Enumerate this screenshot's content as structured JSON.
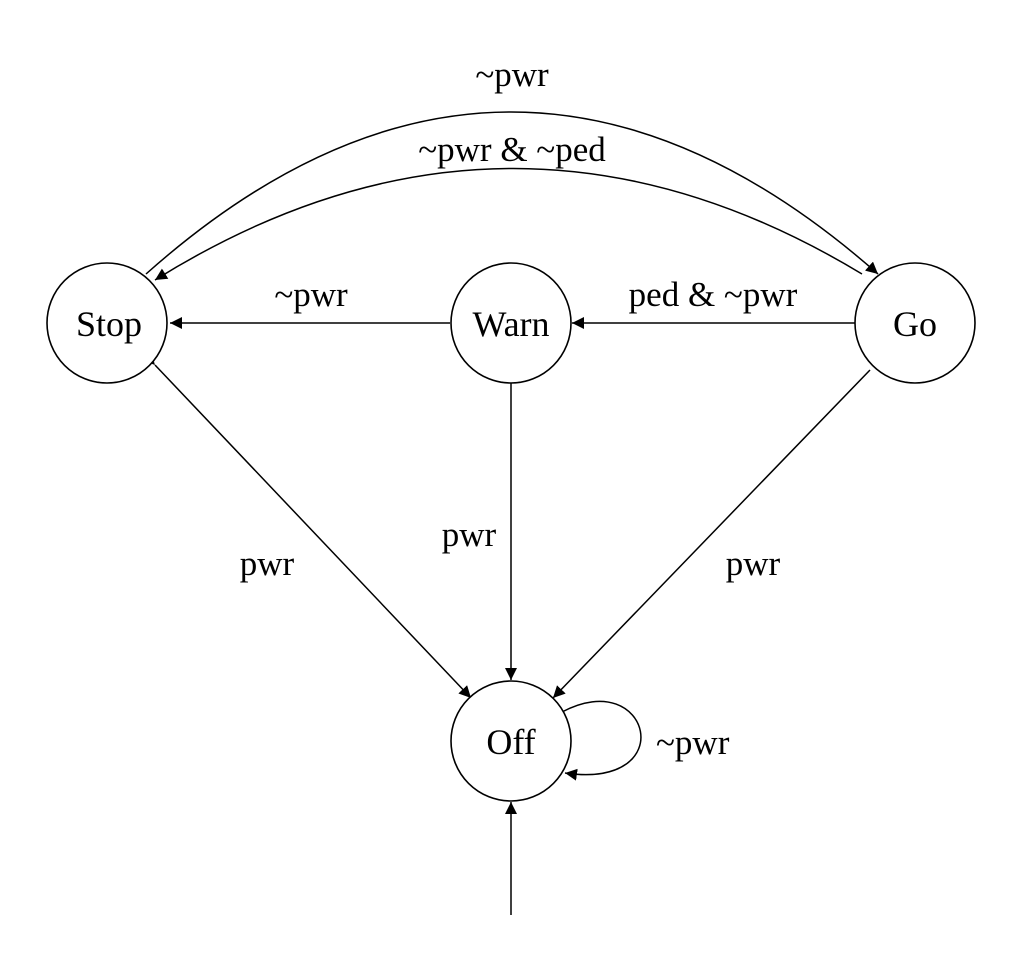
{
  "states": {
    "stop": "Stop",
    "warn": "Warn",
    "go": "Go",
    "off": "Off"
  },
  "transitions": {
    "stop_to_go": "~pwr",
    "go_to_stop": "~pwr & ~ped",
    "warn_to_stop": "~pwr",
    "go_to_warn": "ped & ~pwr",
    "stop_to_off": "pwr",
    "warn_to_off": "pwr",
    "go_to_off": "pwr",
    "off_self_loop": "~pwr"
  },
  "colors": {
    "stroke": "#000000",
    "background": "#ffffff"
  }
}
